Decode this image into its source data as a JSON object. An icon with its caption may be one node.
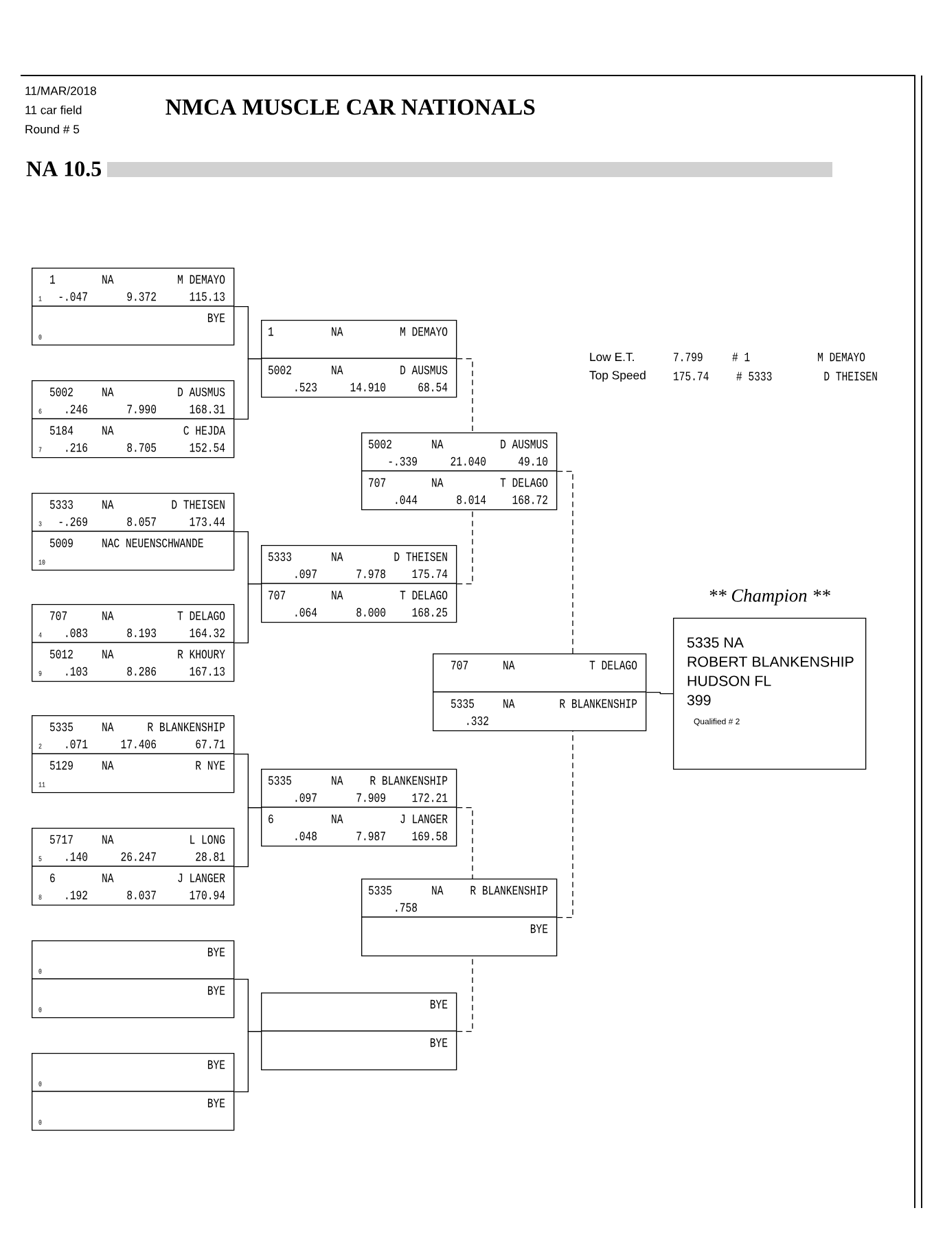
{
  "diagram": {
    "title": "NMCA MUSCLE CAR NATIONALS",
    "nodes": [
      {
        "text": [
          "1",
          "NA",
          "M DEMAYO",
          "1",
          "-.047",
          "9.372",
          "115.13",
          "BYE",
          "0"
        ]
      },
      {
        "text": [
          "5002",
          "NA",
          "D AUSMUS",
          "6",
          ".246",
          "7.990",
          "168.31",
          "5184",
          "NA",
          "C HEJDA",
          "7",
          ".216",
          "8.705",
          "152.54"
        ]
      },
      {
        "text": [
          "5333",
          "NA",
          "D THEISEN",
          "3",
          "-.269",
          "8.057",
          "173.44",
          "5009",
          "NAC NEUENSCHWANDE",
          "10"
        ]
      },
      {
        "text": [
          "707",
          "NA",
          "T DELAGO",
          "4",
          ".083",
          "8.193",
          "164.32",
          "5012",
          "NA",
          "R KHOURY",
          "9",
          ".103",
          "8.286",
          "167.13"
        ]
      },
      {
        "text": [
          "5335",
          "NA",
          "R BLANKENSHIP",
          "2",
          ".071",
          "17.406",
          "67.71",
          "5129",
          "NA",
          "R NYE",
          "11"
        ]
      },
      {
        "text": [
          "5717",
          "NA",
          "L LONG",
          "5",
          ".140",
          "26.247",
          "28.81",
          "6",
          "NA",
          "J LANGER",
          "8",
          ".192",
          "8.037",
          "170.94"
        ]
      },
      {
        "text": [
          "BYE",
          "0",
          "BYE",
          "0"
        ]
      },
      {
        "text": [
          "BYE",
          "0",
          "BYE",
          "0"
        ]
      },
      {
        "text": [
          "1",
          "NA",
          "M DEMAYO",
          "5002",
          "NA",
          "D AUSMUS",
          ".523",
          "14.910",
          "68.54"
        ]
      },
      {
        "text": [
          "5333",
          "NA",
          "D THEISEN",
          ".097",
          "7.978",
          "175.74",
          "707",
          "NA",
          "T DELAGO",
          ".064",
          "8.000",
          "168.25"
        ]
      },
      {
        "text": [
          "5335",
          "NA",
          "R BLANKENSHIP",
          ".097",
          "7.909",
          "172.21",
          "6",
          "NA",
          "J LANGER",
          ".048",
          "7.987",
          "169.58"
        ]
      },
      {
        "text": [
          "BYE",
          "BYE"
        ]
      },
      {
        "text": [
          "5002",
          "NA",
          "D AUSMUS",
          "-.339",
          "21.040",
          "49.10",
          "707",
          "NA",
          "T DELAGO",
          ".044",
          "8.014",
          "168.72"
        ]
      },
      {
        "text": [
          "5335",
          "NA",
          "R BLANKENSHIP",
          ".758",
          "BYE"
        ]
      },
      {
        "text": [
          "707",
          "NA",
          "T DELAGO",
          "5335",
          "NA",
          "R BLANKENSHIP",
          ".332"
        ]
      },
      {
        "text": [
          "** Champion **",
          "5335 NA",
          "ROBERT BLANKENSHIP",
          "HUDSON FL",
          "399",
          "Qualified # 2"
        ]
      }
    ],
    "edges": [
      {
        "from": 0,
        "to": 8,
        "arrow": "none"
      },
      {
        "from": 1,
        "to": 8,
        "arrow": "none"
      },
      {
        "from": 2,
        "to": 9,
        "arrow": "none"
      },
      {
        "from": 3,
        "to": 9,
        "arrow": "none"
      },
      {
        "from": 4,
        "to": 10,
        "arrow": "none"
      },
      {
        "from": 5,
        "to": 10,
        "arrow": "none"
      },
      {
        "from": 6,
        "to": 11,
        "arrow": "none"
      },
      {
        "from": 7,
        "to": 11,
        "arrow": "none"
      },
      {
        "from": 8,
        "to": 12,
        "arrow": "none",
        "style": "dashed"
      },
      {
        "from": 9,
        "to": 12,
        "arrow": "none",
        "style": "dashed"
      },
      {
        "from": 10,
        "to": 13,
        "arrow": "none",
        "style": "dashed"
      },
      {
        "from": 11,
        "to": 13,
        "arrow": "none",
        "style": "dashed"
      },
      {
        "from": 12,
        "to": 14,
        "arrow": "none",
        "style": "dashed"
      },
      {
        "from": 13,
        "to": 14,
        "arrow": "none",
        "style": "dashed"
      },
      {
        "from": 14,
        "to": 15,
        "arrow": "none"
      }
    ],
    "labels": [
      "11/MAR/2018",
      "11 car field",
      "Round # 5",
      "NA 10.5",
      "Low E.T.",
      "7.799",
      "# 1",
      "M DEMAYO",
      "Top Speed",
      "175.74",
      "# 5333",
      "D THEISEN"
    ]
  }
}
